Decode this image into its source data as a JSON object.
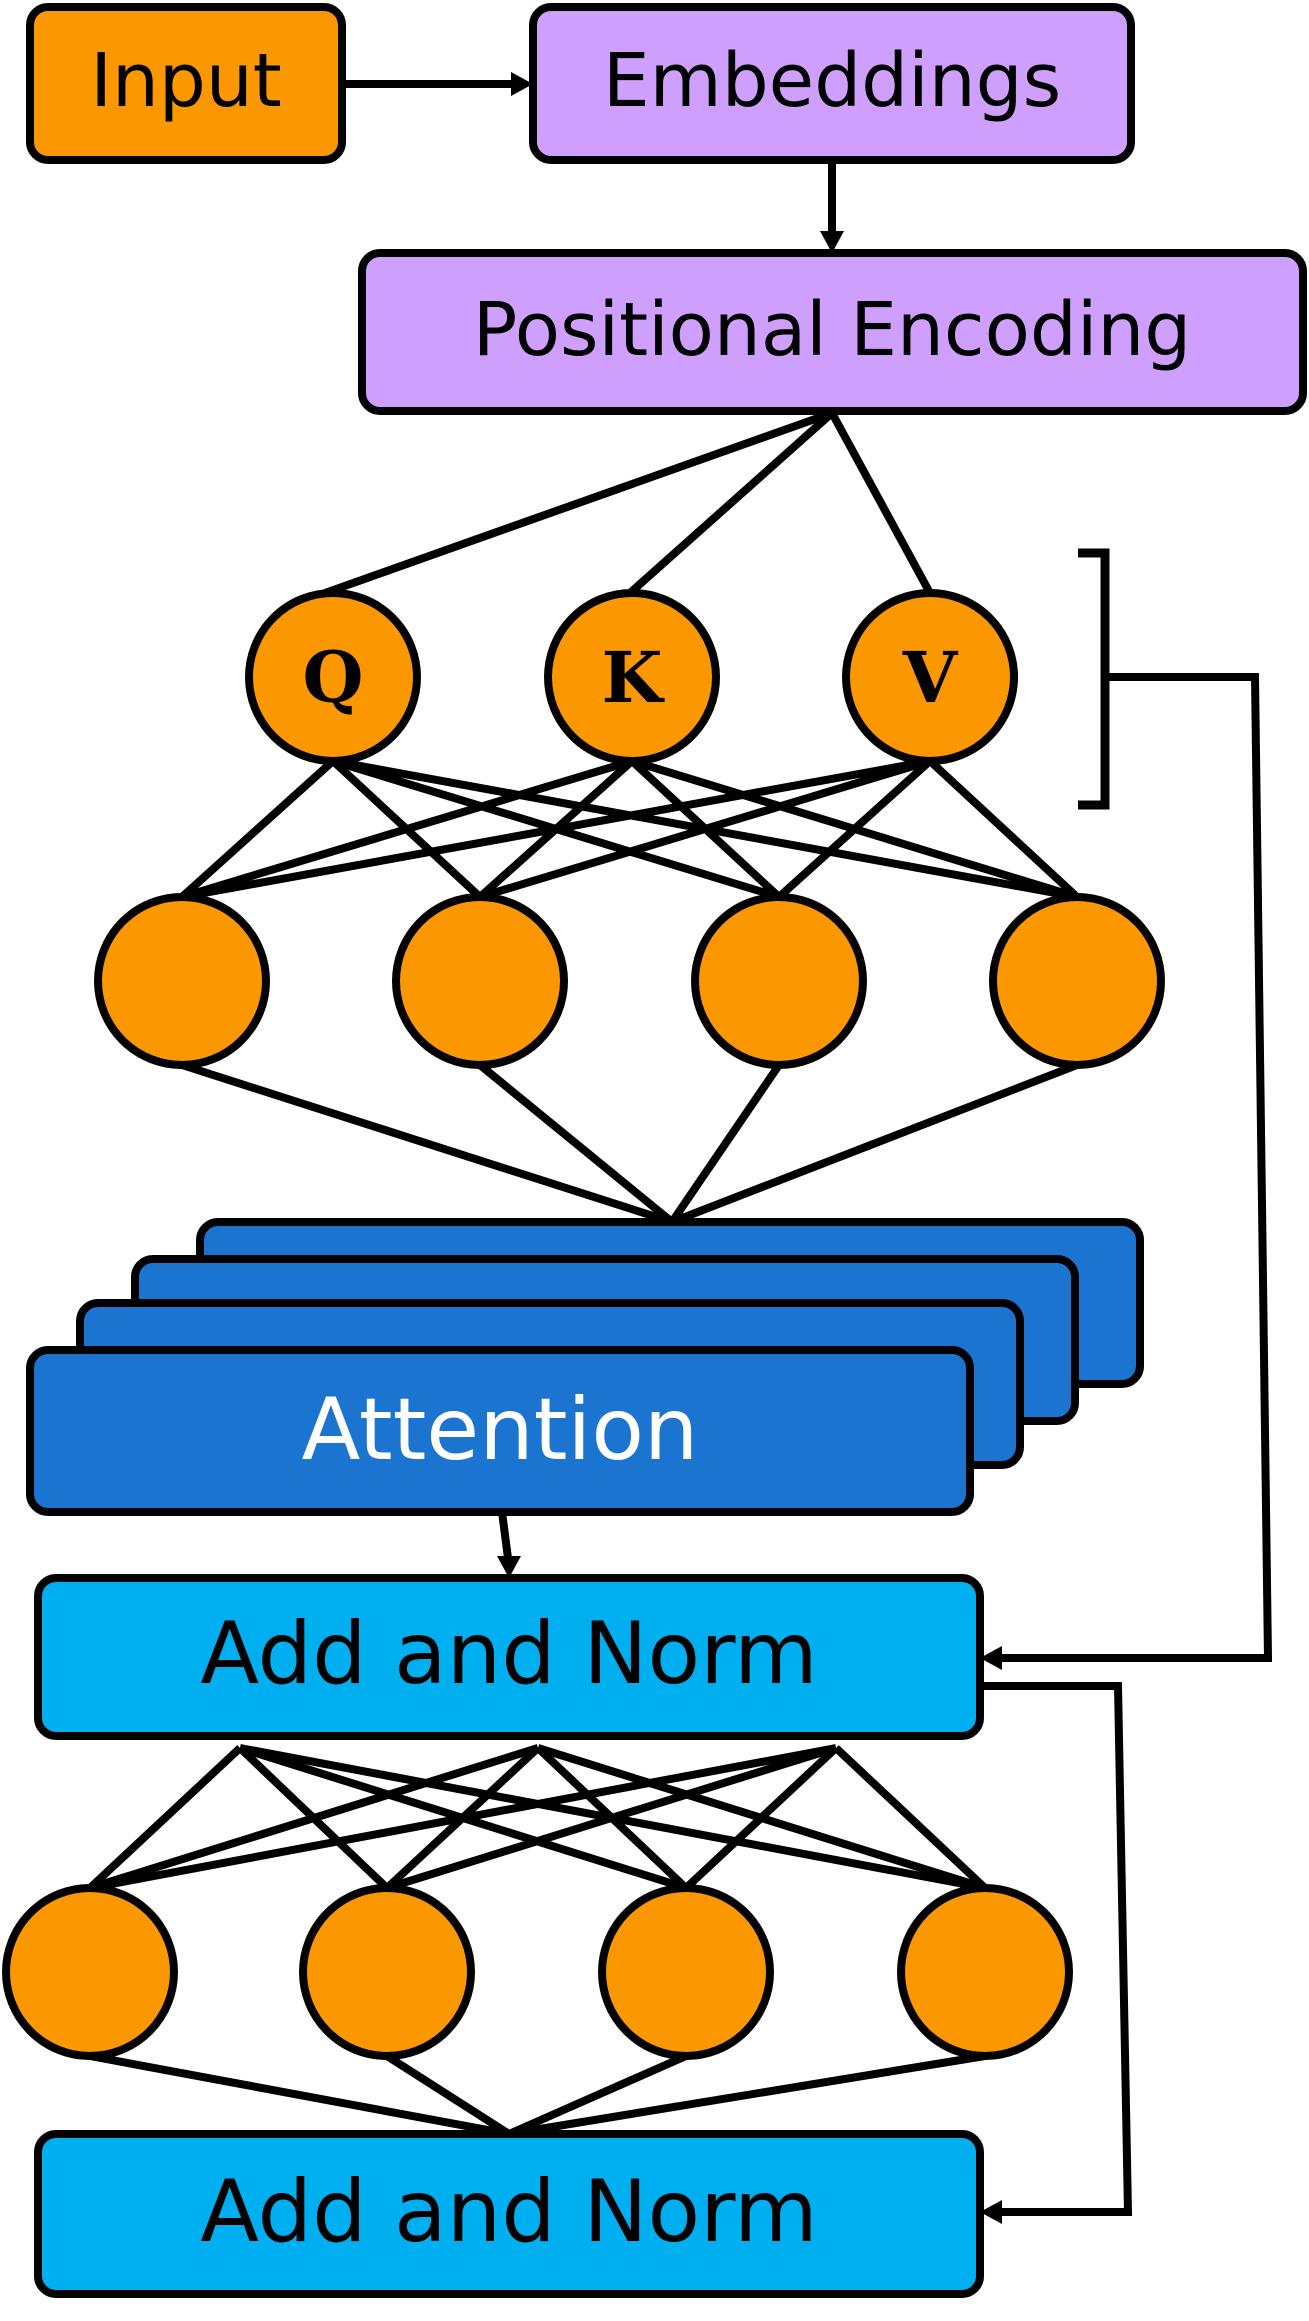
{
  "diagram": {
    "title": "",
    "colors": {
      "input_fill": "#FB9700",
      "embedding_fill": "#CF9FFD",
      "attention_fill": "#1B74D0",
      "addnorm_fill": "#00AFEF",
      "neuron_fill": "#FB9700",
      "stroke": "#000000",
      "attention_text": "#FFFFFF",
      "text": "#000000"
    },
    "nodes": {
      "input": {
        "label": "Input"
      },
      "embeddings": {
        "label": "Embeddings"
      },
      "positional_encoding": {
        "label": "Positional Encoding"
      },
      "q": {
        "label": "Q"
      },
      "k": {
        "label": "K"
      },
      "v": {
        "label": "V"
      },
      "attention": {
        "label": "Attention"
      },
      "add_norm_1": {
        "label": "Add and Norm"
      },
      "add_norm_2": {
        "label": "Add and Norm"
      }
    },
    "hidden_layer_1_size": 4,
    "hidden_layer_2_size": 4,
    "attention_heads_shown": 4
  }
}
